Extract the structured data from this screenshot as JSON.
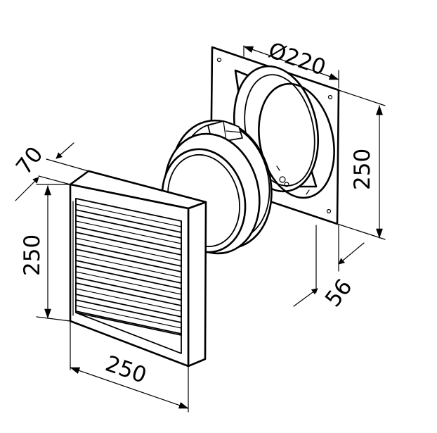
{
  "dimensions": {
    "duct_diameter": "Ø220",
    "plate_height": "250",
    "plate_depth": "56",
    "grille_depth": "70",
    "grille_height": "250",
    "grille_width": "250"
  },
  "colors": {
    "line": "#000000",
    "background": "#ffffff"
  }
}
